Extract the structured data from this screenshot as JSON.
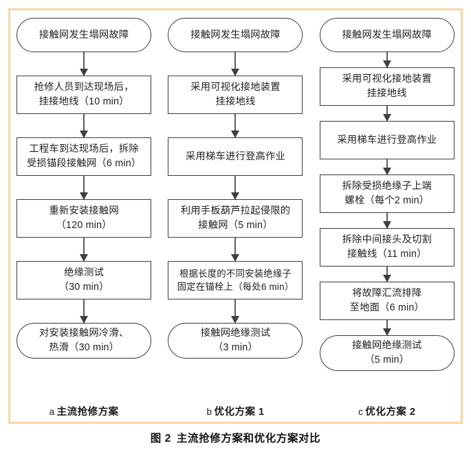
{
  "figure": {
    "caption_number": "图 2",
    "caption_text": "主流抢修方案和优化方案对比",
    "frame_color": "#f9d7a3",
    "node_border_color": "#3b3b3b",
    "arrow_color": "#5d5d5d",
    "text_color": "#221e1c"
  },
  "diagram_data": {
    "type": "flowchart",
    "orientation": "top-to-bottom",
    "column_count": 3,
    "columns": [
      {
        "id": "a",
        "tag": "a",
        "label": "主流抢修方案",
        "nodes": [
          {
            "shape": "terminal",
            "lines": [
              "接触网发生塌网故障"
            ],
            "duration_min": null
          },
          {
            "shape": "process",
            "lines": [
              "抢修人员到达现场后，",
              "挂接地线（10 min）"
            ],
            "duration_min": 10
          },
          {
            "shape": "process",
            "lines": [
              "工程车到达现场后，拆除",
              "受损锚段接触网（6 min）"
            ],
            "duration_min": 6
          },
          {
            "shape": "process",
            "lines": [
              "重新安装接触网",
              "（120 min）"
            ],
            "duration_min": 120
          },
          {
            "shape": "process",
            "lines": [
              "绝缘测试",
              "（30 min）"
            ],
            "duration_min": 30
          },
          {
            "shape": "terminal",
            "lines": [
              "对安装接触网冷滑、",
              "热滑（30 min）"
            ],
            "duration_min": 30
          }
        ]
      },
      {
        "id": "b",
        "tag": "b",
        "label": "优化方案 1",
        "nodes": [
          {
            "shape": "terminal",
            "lines": [
              "接触网发生塌网故障"
            ],
            "duration_min": null
          },
          {
            "shape": "process",
            "lines": [
              "采用可视化接地装置",
              "挂接地线"
            ],
            "duration_min": null
          },
          {
            "shape": "process",
            "lines": [
              "采用梯车进行登高作业"
            ],
            "duration_min": null
          },
          {
            "shape": "process",
            "lines": [
              "利用手板葫芦拉起侵限的",
              "接触网（5 min）"
            ],
            "duration_min": 5
          },
          {
            "shape": "process",
            "lines": [
              "根据长度的不同安装绝缘子",
              "固定在锚栓上（每处6 min）"
            ],
            "duration_min": 6
          },
          {
            "shape": "terminal",
            "lines": [
              "接触网绝缘测试",
              "（3 min）"
            ],
            "duration_min": 3
          }
        ]
      },
      {
        "id": "c",
        "tag": "c",
        "label": "优化方案 2",
        "nodes": [
          {
            "shape": "terminal",
            "lines": [
              "接触网发生塌网故障"
            ],
            "duration_min": null
          },
          {
            "shape": "process",
            "lines": [
              "采用可视化接地装置",
              "挂接地线"
            ],
            "duration_min": null
          },
          {
            "shape": "process",
            "lines": [
              "采用梯车进行登高作业"
            ],
            "duration_min": null
          },
          {
            "shape": "process",
            "lines": [
              "拆除受损绝缘子上端",
              "螺栓（每个2 min）"
            ],
            "duration_min": 2
          },
          {
            "shape": "process",
            "lines": [
              "拆除中间接头及切割",
              "接触线（11 min）"
            ],
            "duration_min": 11
          },
          {
            "shape": "process",
            "lines": [
              "将故障汇流排降",
              "至地面（6 min）"
            ],
            "duration_min": 6
          },
          {
            "shape": "terminal",
            "lines": [
              "接触网绝缘测试",
              "（5 min）"
            ],
            "duration_min": 5
          }
        ]
      }
    ]
  }
}
